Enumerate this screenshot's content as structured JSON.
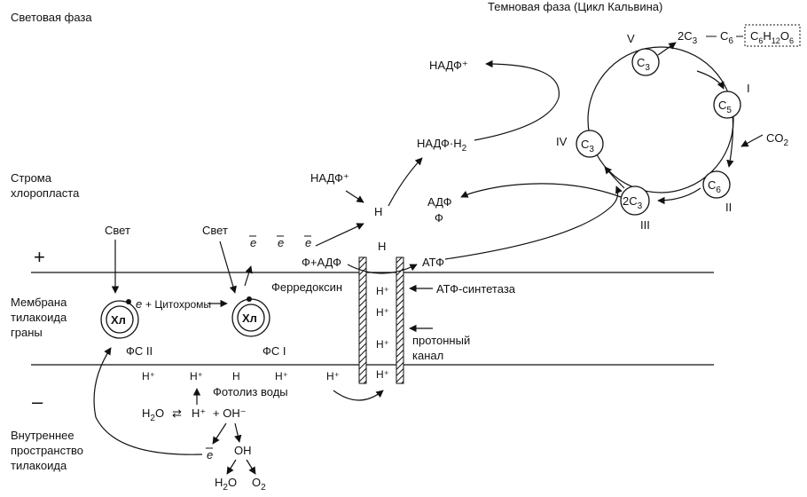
{
  "titles": {
    "light_phase": "Световая фаза",
    "dark_phase": "Темновая фаза (Цикл Кальвина)"
  },
  "regions": {
    "stroma": [
      "Строма",
      "хлоропласта"
    ],
    "membrane": [
      "Мембрана",
      "тилакоида",
      "граны"
    ],
    "lumen": [
      "Внутреннее",
      "пространство",
      "тилакоида"
    ],
    "plus": "+",
    "minus": "–"
  },
  "light_reactions": {
    "light_1": "Свет",
    "light_2": "Свет",
    "chl_1": "Хл",
    "chl_2": "Хл",
    "ps2": "ФС II",
    "ps1": "ФС I",
    "e_cytochromes": "+ Цитохромы",
    "electron": "e",
    "ferredoxin": "Ферредоксин",
    "atp_synthase": "АТФ-синтетаза",
    "proton_channel": [
      "протонный",
      "канал"
    ],
    "phi_adp": "Ф+АДФ",
    "atp": "АТФ",
    "h": "H",
    "h_plus": "H⁺",
    "nadp_plus": "НАДФ⁺",
    "nadp_h2": "НАДФ·H",
    "adp": "АДФ",
    "phi": "Ф",
    "photolysis": "Фотолиз воды",
    "oh_minus": "+ OH⁻",
    "oh": "OH",
    "water_eq": "⇄"
  },
  "calvin_cycle": {
    "c3_top": "C",
    "c5": "C",
    "c6": "C",
    "c3_mid": "C",
    "c3_left": "C",
    "roman_1": "I",
    "roman_2": "II",
    "roman_3": "III",
    "roman_4": "IV",
    "roman_5": "V",
    "co2": "CO",
    "product_2c3": "2C",
    "product_c6": "C",
    "glucose": "C"
  }
}
